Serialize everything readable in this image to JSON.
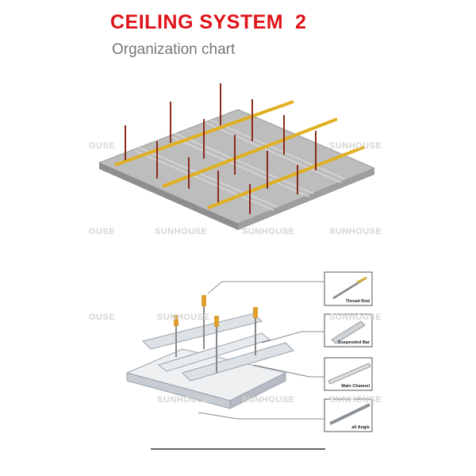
{
  "header": {
    "title": "CEILING SYSTEM  2",
    "subtitle": "Organization chart"
  },
  "watermark": "SUNHOUSE",
  "watermark_partial": "OUSE",
  "colors": {
    "title": "#e0121a",
    "rod": "#8b2a1e",
    "bar": "#e0b020",
    "board": "#b8b8b8"
  },
  "components": [
    {
      "label": "Thread Rod"
    },
    {
      "label": "Suspended Bar"
    },
    {
      "label": "Main Channel"
    },
    {
      "label": "all Angle"
    }
  ]
}
